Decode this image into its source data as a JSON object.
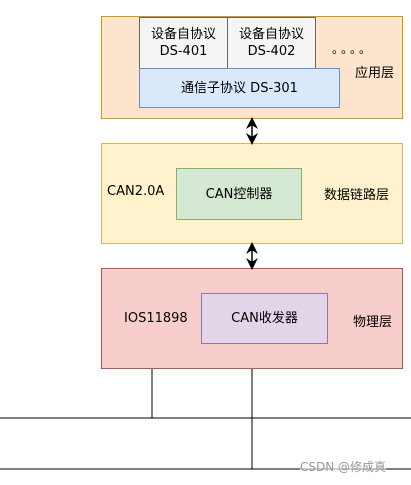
{
  "layers": {
    "application": {
      "label": "应用层",
      "dots": "。。。。"
    },
    "datalink": {
      "label": "数据链路层",
      "protocol": "CAN2.0A"
    },
    "physical": {
      "label": "物理层",
      "standard": "IOS11898"
    }
  },
  "boxes": {
    "ds401_line1": "设备自协议",
    "ds401_line2": "DS-401",
    "ds402_line1": "设备自协议",
    "ds402_line2": "DS-402",
    "ds301": "通信子协议 DS-301",
    "controller": "CAN控制器",
    "transceiver": "CAN收发器"
  },
  "watermark": "CSDN @修成真"
}
